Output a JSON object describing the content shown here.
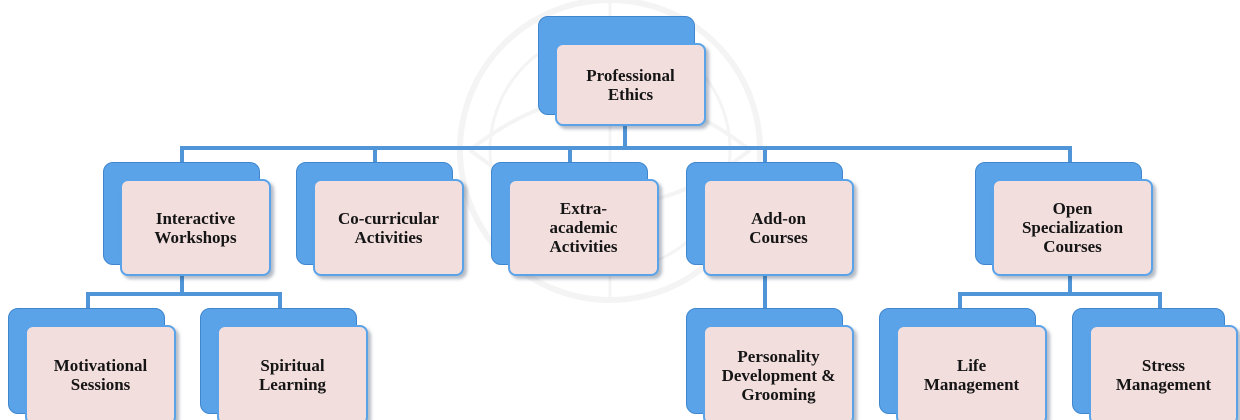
{
  "diagram": {
    "type": "org-chart",
    "colors": {
      "box_fill": "#f3dede",
      "box_border": "#5aa3e8",
      "back_tab": "#5aa3e8",
      "connector": "#4f95d8",
      "text": "#151515"
    },
    "nodes": [
      {
        "id": "professional-ethics",
        "label": "Professional\nEthics",
        "parent": null
      },
      {
        "id": "interactive-workshops",
        "label": "Interactive\nWorkshops",
        "parent": "professional-ethics"
      },
      {
        "id": "co-curricular-activities",
        "label": "Co-curricular\nActivities",
        "parent": "professional-ethics"
      },
      {
        "id": "extra-academic-activities",
        "label": "Extra-\nacademic\nActivities",
        "parent": "professional-ethics"
      },
      {
        "id": "add-on-courses",
        "label": "Add-on\nCourses",
        "parent": "professional-ethics"
      },
      {
        "id": "open-specialization-courses",
        "label": "Open\nSpecialization\nCourses",
        "parent": "professional-ethics"
      },
      {
        "id": "motivational-sessions",
        "label": "Motivational\nSessions",
        "parent": "interactive-workshops"
      },
      {
        "id": "spiritual-learning",
        "label": "Spiritual\nLearning",
        "parent": "interactive-workshops"
      },
      {
        "id": "personality-development-grooming",
        "label": "Personality\nDevelopment &\nGrooming",
        "parent": "add-on-courses"
      },
      {
        "id": "life-management",
        "label": "Life\nManagement",
        "parent": "open-specialization-courses"
      },
      {
        "id": "stress-management",
        "label": "Stress\nManagement",
        "parent": "open-specialization-courses"
      }
    ]
  }
}
